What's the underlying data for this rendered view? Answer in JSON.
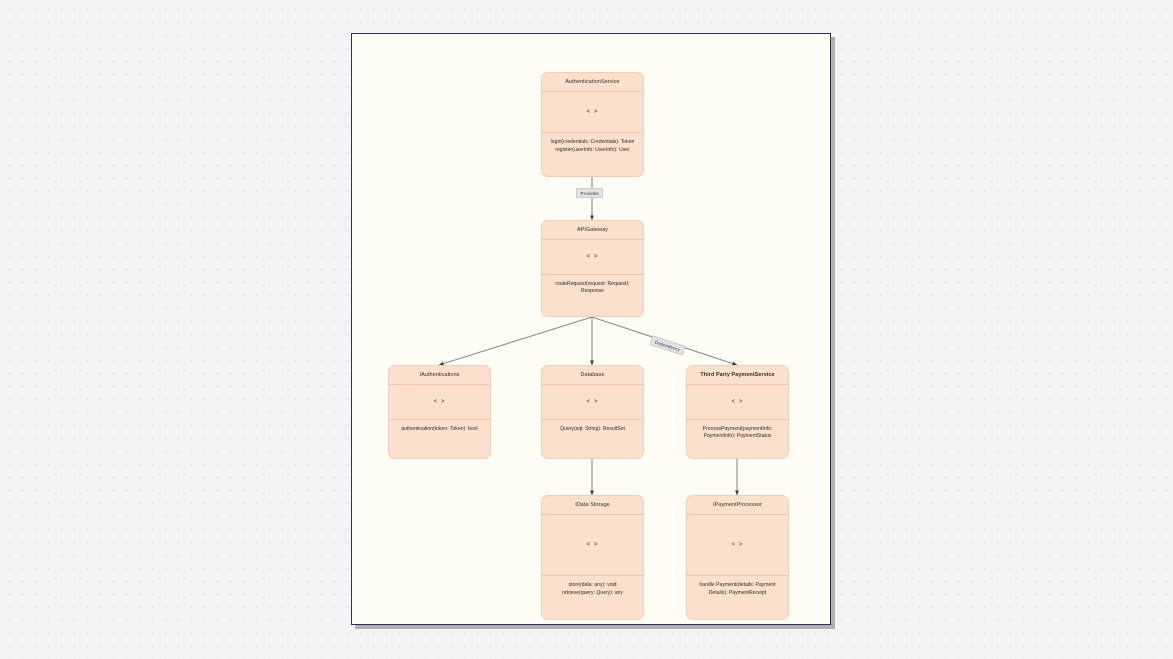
{
  "diagram": {
    "type": "uml-class-diagram",
    "canvas": {
      "background_color": "#fffcf6",
      "border_color": "#2b3044"
    },
    "page_background_color": "#f4f4f5",
    "node_fill_color": "#fbe1cd",
    "node_border_color": "#f3cdaf",
    "edge_color": "#8a8a92",
    "empty_compartment_glyph": "< >",
    "nodes": [
      {
        "id": "authentication-service",
        "name": "AuthenticationService",
        "bold": false,
        "attributes": "< >",
        "methods": [
          "login(credentials: Credentials): Token",
          "register(userInfo: UserInfo): User"
        ]
      },
      {
        "id": "api-gateway",
        "name": "APIGateway",
        "bold": false,
        "attributes": "< >",
        "methods": [
          "routeRequest(request: Request):",
          "Response"
        ]
      },
      {
        "id": "iauthentications",
        "name": "IAuthentications",
        "bold": false,
        "attributes": "< >",
        "methods": [
          "authentication(token: Token): bool"
        ]
      },
      {
        "id": "database",
        "name": "Database",
        "bold": false,
        "attributes": "< >",
        "methods": [
          "Query(sql: String): ResultSet"
        ]
      },
      {
        "id": "third-party-payment-service",
        "name": "Third Party PaymentService",
        "bold": true,
        "attributes": "< >",
        "methods": [
          "ProcessPayment(paymentInfo:",
          "PaymentInfo): PaymentStatus"
        ]
      },
      {
        "id": "idata-storage",
        "name": "IData Storage",
        "bold": false,
        "attributes": "< >",
        "methods": [
          "store(data: any): void",
          "retrieve(query: Query): any"
        ]
      },
      {
        "id": "ipayment-processor",
        "name": "IPaymentProcessor",
        "bold": false,
        "attributes": "< >",
        "methods": [
          "handle Payment(details: Payment",
          "Details): PaymentReceipt"
        ]
      }
    ],
    "edges": [
      {
        "id": "edge-auth-to-gateway",
        "from": "authentication-service",
        "to": "api-gateway",
        "label": "Provides"
      },
      {
        "id": "edge-gateway-to-iauth",
        "from": "api-gateway",
        "to": "iauthentications",
        "label": ""
      },
      {
        "id": "edge-gateway-to-database",
        "from": "api-gateway",
        "to": "database",
        "label": ""
      },
      {
        "id": "edge-gateway-to-payment",
        "from": "api-gateway",
        "to": "third-party-payment-service",
        "label": "Dependency"
      },
      {
        "id": "edge-database-to-storage",
        "from": "database",
        "to": "idata-storage",
        "label": ""
      },
      {
        "id": "edge-payment-to-processor",
        "from": "third-party-payment-service",
        "to": "ipayment-processor",
        "label": ""
      }
    ]
  }
}
